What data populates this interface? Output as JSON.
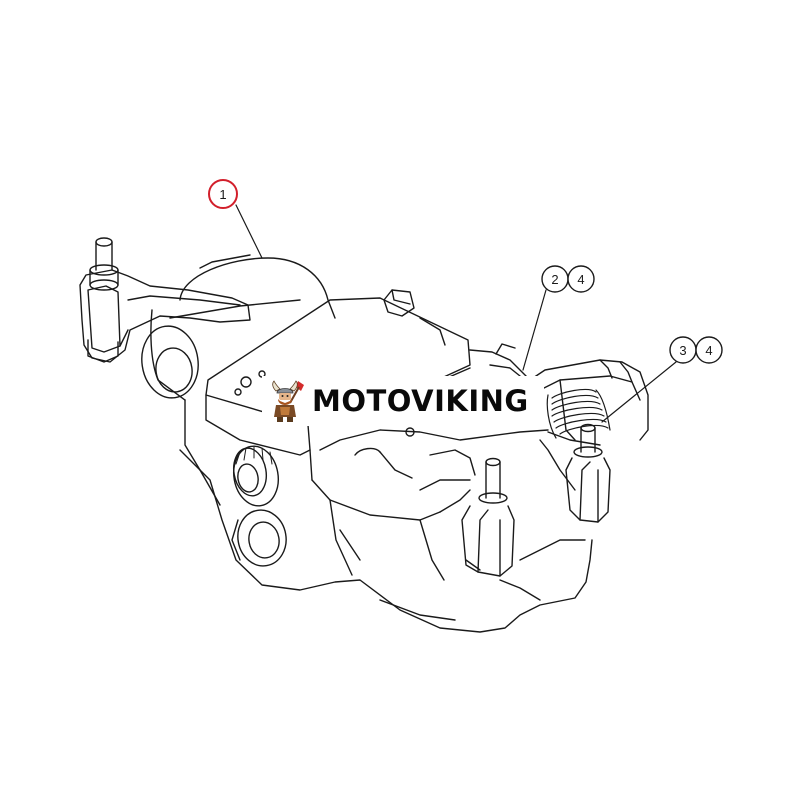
{
  "callouts": [
    {
      "id": "c1",
      "number": "1",
      "highlight_color": "#d21f2b"
    },
    {
      "id": "c2",
      "number": "2"
    },
    {
      "id": "c2b",
      "number": "4"
    },
    {
      "id": "c3",
      "number": "3"
    },
    {
      "id": "c3b",
      "number": "4"
    }
  ],
  "watermark": {
    "text": "MOTOVIKING",
    "logo": "viking-mascot-icon"
  },
  "colors": {
    "line": "#1a1a1a",
    "callout_highlight": "#d21f2b",
    "background": "#ffffff"
  }
}
